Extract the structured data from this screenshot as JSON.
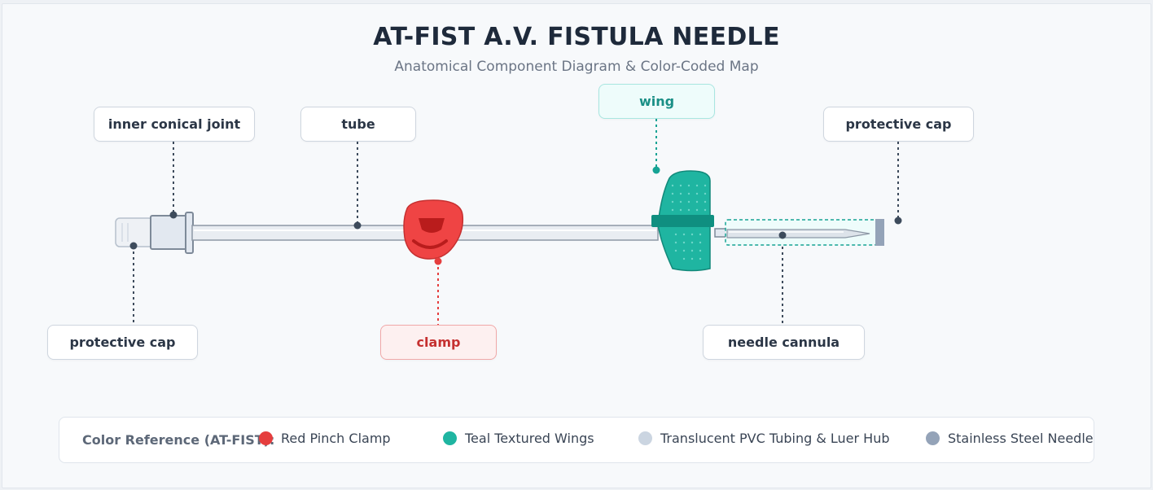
{
  "header": {
    "title": "AT-FIST A.V. FISTULA NEEDLE",
    "subtitle": "Anatomical Component Diagram & Color-Coded Map"
  },
  "labels": {
    "inner_conical_joint": "inner conical joint",
    "tube": "tube",
    "wing": "wing",
    "protective_cap_right": "protective cap",
    "protective_cap_left": "protective cap",
    "clamp": "clamp",
    "needle_cannula": "needle cannula"
  },
  "legend": {
    "title": "Color Reference (AT-FIST):",
    "items": [
      {
        "label": "Red Pinch Clamp",
        "color": "#e53e3e"
      },
      {
        "label": "Teal Textured Wings",
        "color": "#1fb5a1"
      },
      {
        "label": "Translucent PVC Tubing & Luer Hub",
        "color": "#cbd5e1"
      },
      {
        "label": "Stainless Steel Needle",
        "color": "#94a3b8"
      }
    ]
  },
  "colors": {
    "clamp": "#e53e3e",
    "wing": "#1fb5a1",
    "wing_band": "#0f8f80",
    "tubing": "#e2e8f0",
    "needle": "#94a3b8",
    "leader": "#3d4b5c"
  }
}
